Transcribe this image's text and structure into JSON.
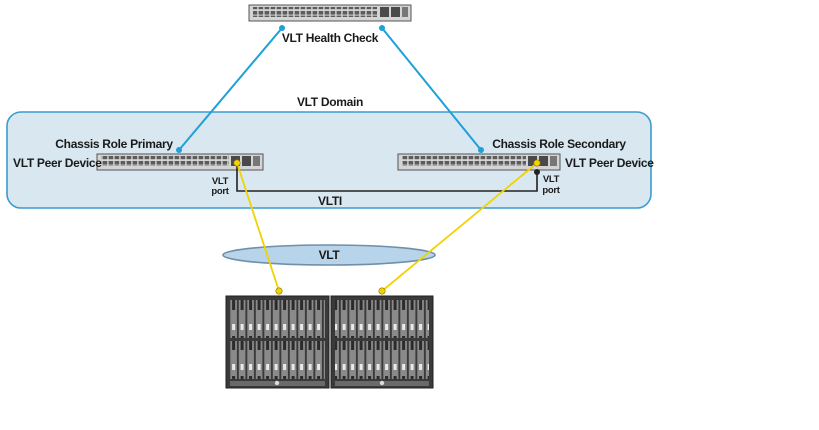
{
  "diagram": {
    "health_check_label": "VLT Health Check",
    "domain_label": "VLT Domain",
    "primary": {
      "role_label": "Chassis Role Primary",
      "device_label": "VLT Peer Device",
      "port_label_line1": "VLT",
      "port_label_line2": "port"
    },
    "secondary": {
      "role_label": "Chassis Role Secondary",
      "device_label": "VLT Peer Device",
      "port_label_line1": "VLT",
      "port_label_line2": "port"
    },
    "vlti_label": "VLTI",
    "vlt_label": "VLT",
    "colors": {
      "domain_fill": "#d9e7f1",
      "domain_border": "#3a9bd0",
      "health_link": "#1ea0d8",
      "vlt_link": "#f2d200",
      "vlt_ellipse_fill": "#b8d4ea",
      "vlt_ellipse_border": "#6f8fab",
      "vlti_link": "#222222"
    }
  }
}
